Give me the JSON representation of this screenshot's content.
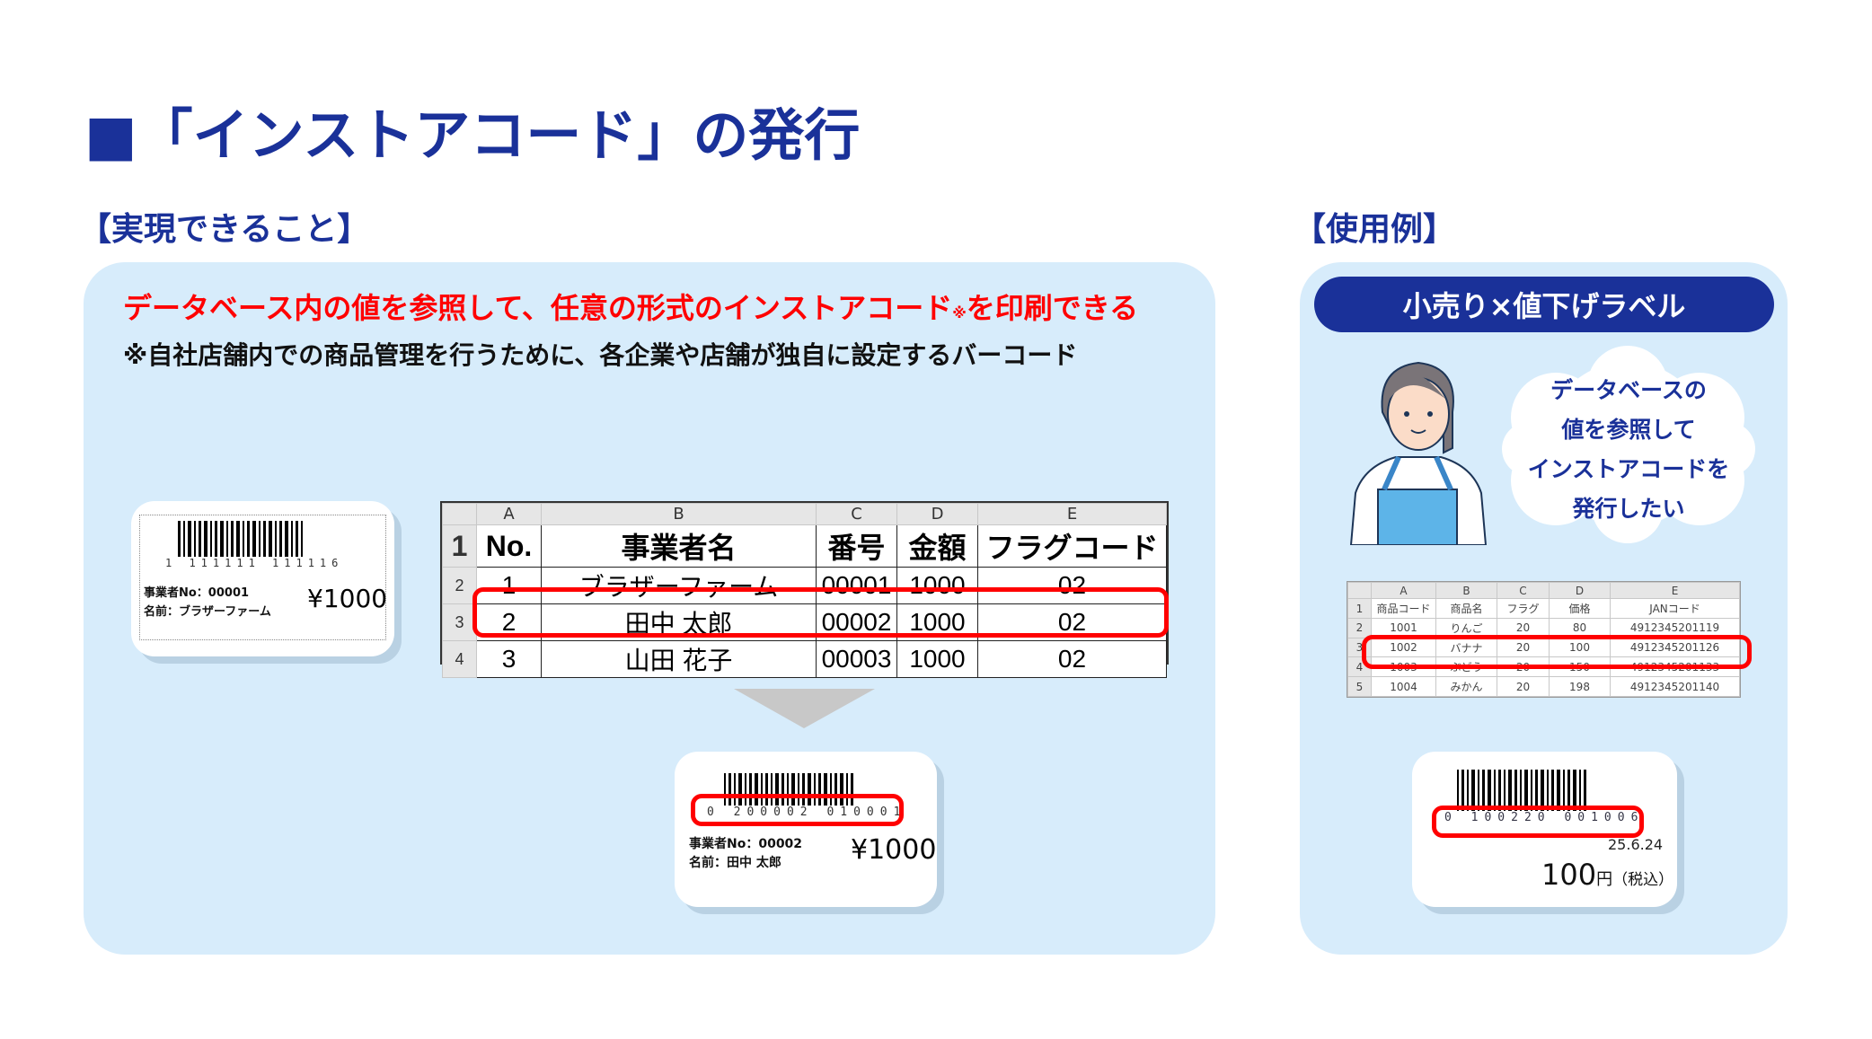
{
  "title": "■「インストアコード」の発行",
  "left": {
    "section": "【実現できること】",
    "headline": "データベース内の値を参照して、任意の形式のインストアコード",
    "headline_mark": "※",
    "headline_end": "を印刷できる",
    "note": "※自社店舗内での商品管理を行うために、各企業や店舗が独自に設定するバーコード",
    "label_template": {
      "barcode_digits": "1 111111 111116",
      "line1": "事業者No：00001",
      "line2": "名前：ブラザーファーム",
      "price": "¥1000"
    },
    "sheet": {
      "columns": [
        "A",
        "B",
        "C",
        "D",
        "E"
      ],
      "rows": [
        {
          "n": "1",
          "cells": [
            "No.",
            "事業者名",
            "番号",
            "金額",
            "フラグコード"
          ]
        },
        {
          "n": "2",
          "cells": [
            "1",
            "ブラザーファーム",
            "00001",
            "1000",
            "02"
          ]
        },
        {
          "n": "3",
          "cells": [
            "2",
            "田中 太郎",
            "00002",
            "1000",
            "02"
          ]
        },
        {
          "n": "4",
          "cells": [
            "3",
            "山田 花子",
            "00003",
            "1000",
            "02"
          ]
        }
      ]
    },
    "label_output": {
      "barcode_digits": "0 200002 010001",
      "line1": "事業者No：00002",
      "line2": "名前：田中 太郎",
      "price": "¥1000"
    }
  },
  "right": {
    "section": "【使用例】",
    "pill": "小売り×値下げラベル",
    "bubble": [
      "データベースの",
      "値を参照して",
      "インストアコードを",
      "発行したい"
    ],
    "sheet": {
      "columns": [
        "A",
        "B",
        "C",
        "D",
        "E"
      ],
      "rows": [
        {
          "n": "1",
          "cells": [
            "商品コード",
            "商品名",
            "フラグ",
            "価格",
            "JANコード"
          ]
        },
        {
          "n": "2",
          "cells": [
            "1001",
            "りんご",
            "20",
            "80",
            "4912345201119"
          ]
        },
        {
          "n": "3",
          "cells": [
            "1002",
            "バナナ",
            "20",
            "100",
            "4912345201126"
          ]
        },
        {
          "n": "4",
          "cells": [
            "1003",
            "ぶどう",
            "20",
            "150",
            "4912345201133"
          ]
        },
        {
          "n": "5",
          "cells": [
            "1004",
            "みかん",
            "20",
            "198",
            "4912345201140"
          ]
        }
      ]
    },
    "label": {
      "barcode_digits": "0 100220 001006",
      "date": "25.6.24",
      "price": "100",
      "unit": "円",
      "tax": "（税込）"
    }
  },
  "colors": {
    "brand": "#1a3199",
    "highlight": "#ff0000",
    "panel": "#d7ecfb"
  }
}
